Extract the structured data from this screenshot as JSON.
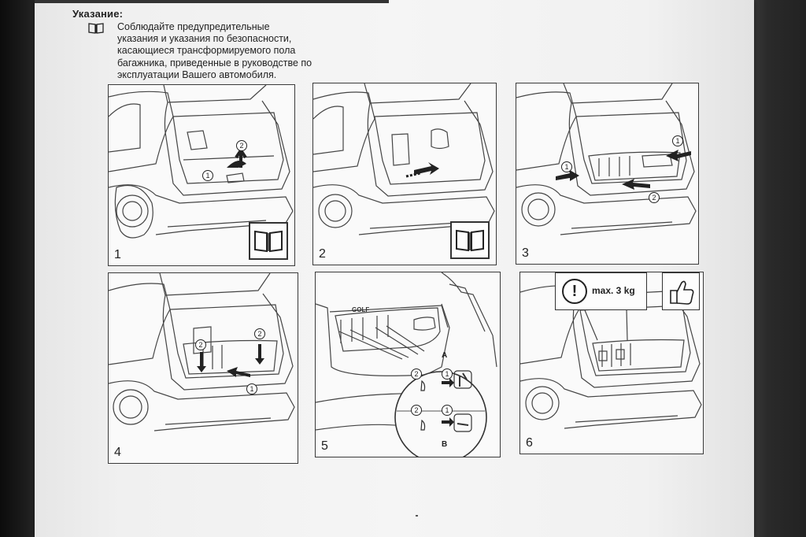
{
  "note": {
    "heading": "Указание:",
    "lines": [
      "Соблюдайте предупредительные",
      "указания и указания по безопасности,",
      "касающиеся трансформируемого пола",
      "багажника, приведенные в руководстве по",
      "эксплуатации Вашего автомобиля."
    ]
  },
  "steps": [
    {
      "number": "1",
      "callouts": [
        "1",
        "2"
      ]
    },
    {
      "number": "2"
    },
    {
      "number": "3",
      "callouts": [
        "1",
        "1",
        "2"
      ]
    },
    {
      "number": "4",
      "callouts": [
        "2",
        "2",
        "1"
      ]
    },
    {
      "number": "5",
      "brand": "GOLF",
      "variants": [
        "A",
        "B"
      ],
      "callouts": [
        "2",
        "1",
        "2",
        "1"
      ]
    },
    {
      "number": "6",
      "warning": "max. 3 kg"
    }
  ]
}
